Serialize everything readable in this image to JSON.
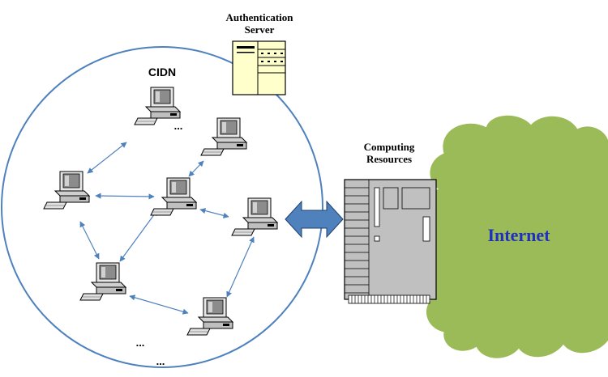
{
  "auth_server": {
    "line1": "Authentication",
    "line2": "Server"
  },
  "cidn_label": "CIDN",
  "computing": {
    "line1": "Computing",
    "line2": "Resources"
  },
  "internet_label": "Internet",
  "ellipses": [
    "...",
    "...",
    "..."
  ],
  "colors": {
    "network_boundary": "#4f81bd",
    "arrow": "#4f81bd",
    "double_arrow_fill": "#4f81bd",
    "cloud_fill": "#9bbb59",
    "server_fill": "#ffffcc",
    "internet_text": "#1f2fbf",
    "computer_fill": "#d9d9d9"
  }
}
